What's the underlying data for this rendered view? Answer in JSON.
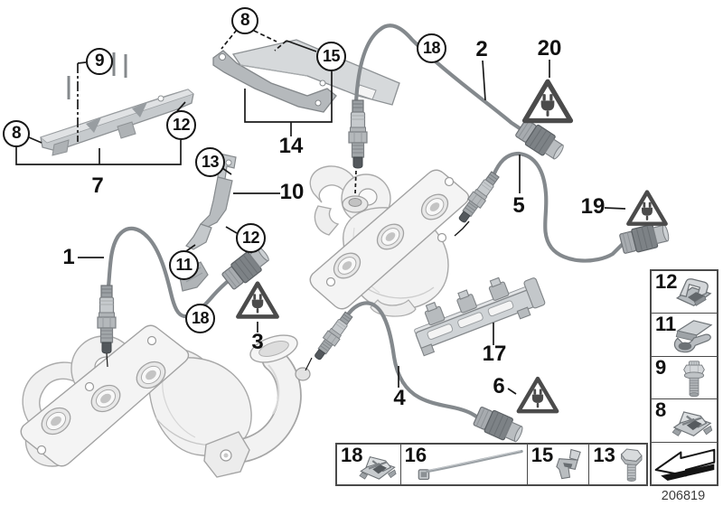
{
  "diagram": {
    "doc_number": "206819",
    "warning_icon": "electrical-connector-warning",
    "callouts": [
      {
        "label": "9"
      },
      {
        "label": "8"
      },
      {
        "label": "12"
      },
      {
        "label": "8"
      },
      {
        "label": "15"
      },
      {
        "label": "18"
      },
      {
        "label": "13"
      },
      {
        "label": "12"
      },
      {
        "label": "11"
      },
      {
        "label": "18"
      }
    ],
    "labels": [
      {
        "label": "2"
      },
      {
        "label": "20"
      },
      {
        "label": "14"
      },
      {
        "label": "7"
      },
      {
        "label": "10"
      },
      {
        "label": "1"
      },
      {
        "label": "3"
      },
      {
        "label": "5"
      },
      {
        "label": "19"
      },
      {
        "label": "17"
      },
      {
        "label": "4"
      },
      {
        "label": "6"
      }
    ],
    "right_table": {
      "rows": [
        {
          "num": "12",
          "icon": "clip-nut"
        },
        {
          "num": "11",
          "icon": "spring-clip"
        },
        {
          "num": "9",
          "icon": "flanged-bolt"
        },
        {
          "num": "8",
          "icon": "cage-clip"
        }
      ],
      "footer_icon": "continuation-arrow"
    },
    "bottom_table": {
      "cells": [
        {
          "num": "18",
          "icon": "cage-clip"
        },
        {
          "num": "16",
          "icon": "cable-strap"
        },
        {
          "num": "15",
          "icon": "clip"
        },
        {
          "num": "13",
          "icon": "hex-screw"
        }
      ]
    }
  }
}
